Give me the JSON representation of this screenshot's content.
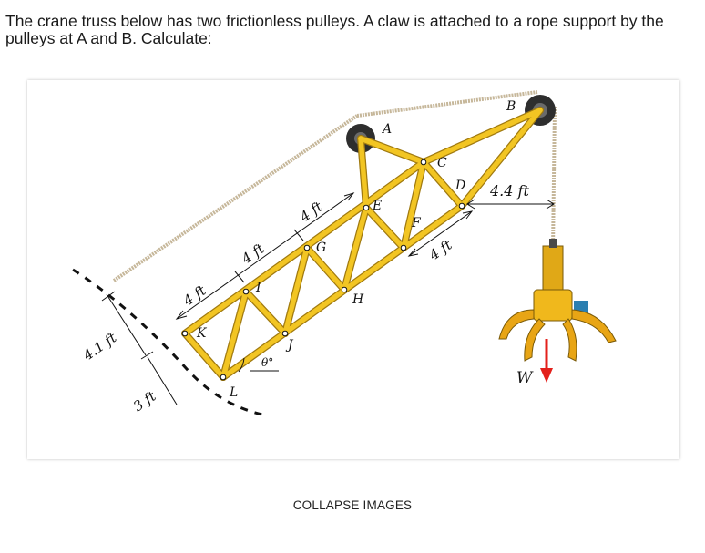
{
  "question": {
    "text": "The crane truss below has two frictionless pulleys. A claw is attached to a rope support by the pulleys at A and B. Calculate:"
  },
  "figure": {
    "joint_labels": {
      "A": "A",
      "B": "B",
      "C": "C",
      "D": "D",
      "E": "E",
      "F": "F",
      "G": "G",
      "H": "H",
      "I": "I",
      "J": "J",
      "K": "K",
      "L": "L"
    },
    "dimensions": {
      "seg1": "4 ft",
      "seg2": "4 ft",
      "seg3": "4 ft",
      "seg_right": "4 ft",
      "offset_b": "4.4 ft",
      "left_upper": "4.1 ft",
      "left_lower": "3 ft",
      "angle": "θ°"
    },
    "load_label": "W",
    "colors": {
      "member": "#f2c523",
      "member_outline": "#a07a10",
      "rope": "#c6b79a",
      "pulley": "#2e2e2e",
      "load_arrow": "#e3201b"
    }
  },
  "collapse_button": {
    "label": "COLLAPSE IMAGES"
  }
}
